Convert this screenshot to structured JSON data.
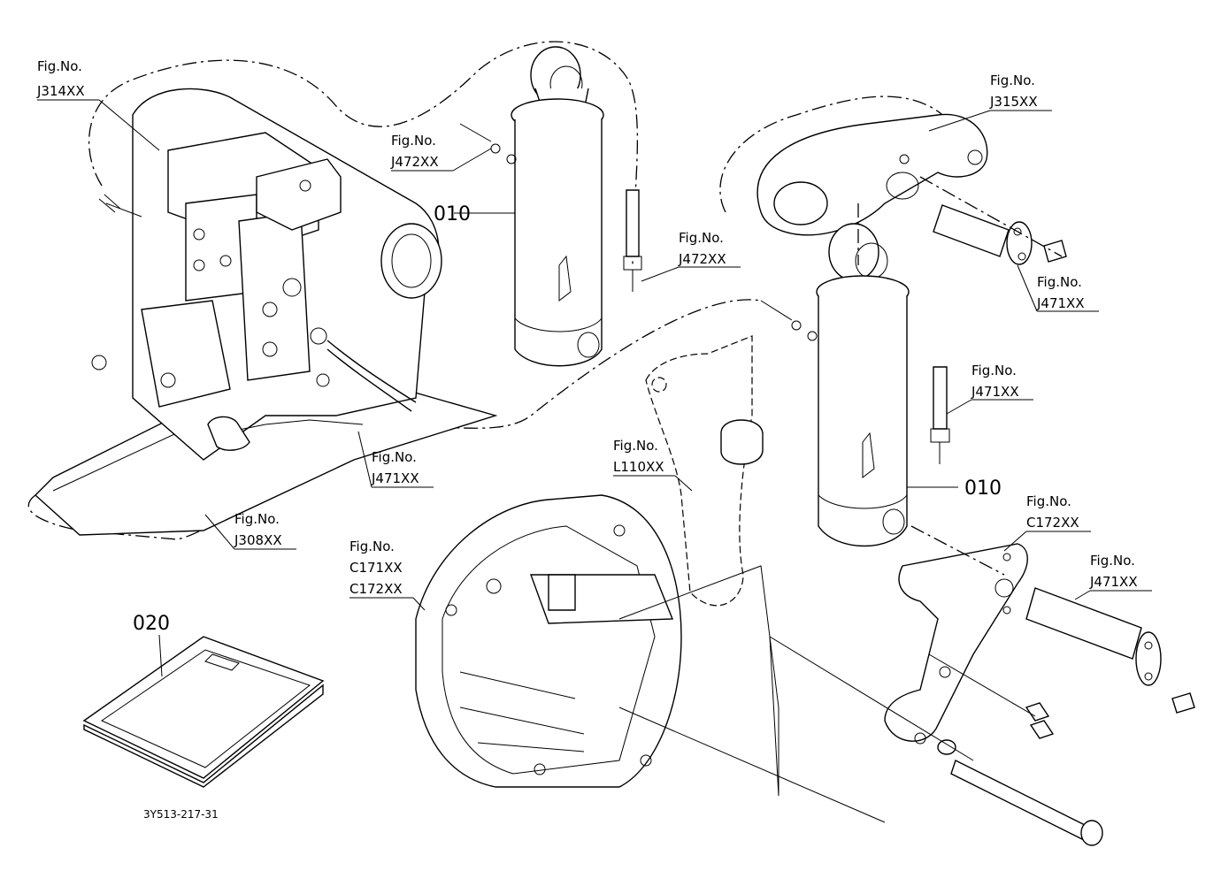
{
  "callouts": {
    "j314": {
      "fig": "Fig.No.",
      "code": "J314XX"
    },
    "j472_a": {
      "fig": "Fig.No.",
      "code": "J472XX"
    },
    "j472_b": {
      "fig": "Fig.No.",
      "code": "J472XX"
    },
    "j315": {
      "fig": "Fig.No.",
      "code": "J315XX"
    },
    "j471_a": {
      "fig": "Fig.No.",
      "code": "J471XX"
    },
    "j471_b": {
      "fig": "Fig.No.",
      "code": "J471XX"
    },
    "j471_c": {
      "fig": "Fig.No.",
      "code": "J471XX"
    },
    "j471_d": {
      "fig": "Fig.No.",
      "code": "J471XX"
    },
    "l110": {
      "fig": "Fig.No.",
      "code": "L110XX"
    },
    "c172": {
      "fig": "Fig.No.",
      "code": "C172XX"
    },
    "j308": {
      "fig": "Fig.No.",
      "code": "J308XX"
    },
    "c171_c172": {
      "fig": "Fig.No.",
      "code1": "C171XX",
      "code2": "C172XX"
    }
  },
  "parts": {
    "cylinder_left": "010",
    "cylinder_right": "010",
    "manual": "020"
  },
  "drawing_number": "3Y513-217-31"
}
